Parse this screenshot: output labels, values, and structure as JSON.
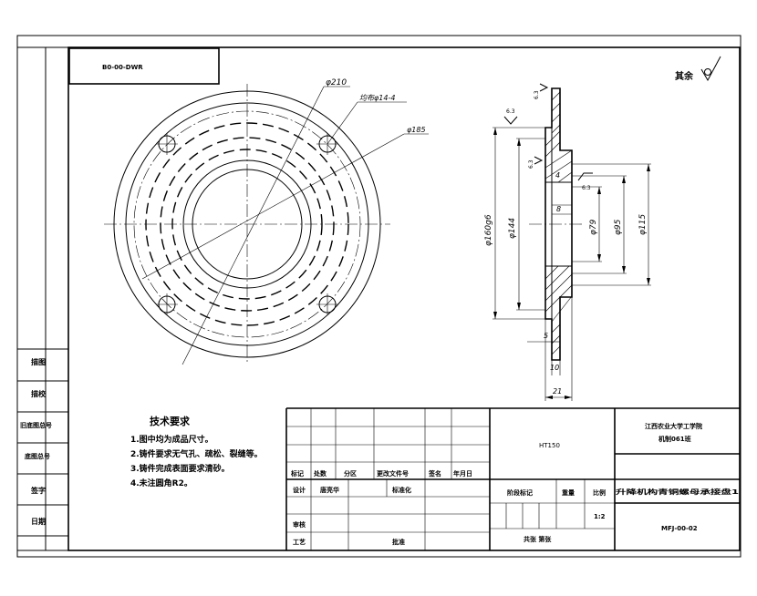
{
  "drawing_number_box": "B0-00-DWR",
  "roughness_note": "其余",
  "front_view": {
    "dims": [
      "φ210",
      "均布φ14-4",
      "φ185"
    ]
  },
  "section_view": {
    "roughness_marks": [
      "6.3",
      "6.3",
      "6.3",
      "6.3"
    ],
    "dims_left": [
      "φ160g6",
      "φ144"
    ],
    "dims_right": [
      "φ79",
      "φ95",
      "φ115"
    ],
    "dims_small": [
      "4",
      "8",
      "5",
      "10",
      "21"
    ]
  },
  "left_panel": [
    "描图",
    "描校",
    "旧底图总号",
    "底图总号",
    "签字",
    "日期"
  ],
  "tech_req": {
    "title": "技术要求",
    "items": [
      "1.图中均为成品尺寸。",
      "2.铸件要求无气孔、疏松、裂缝等。",
      "3.铸件完成表面要求清砂。",
      "4.未注圆角R2。"
    ]
  },
  "title_block": {
    "material": "HT150",
    "school": "江西农业大学工学院",
    "class_name": "机制061班",
    "part_name": "升降机构青铜螺母承接盘1",
    "drawing_code": "MFJ-00-02",
    "scale": "1:2",
    "header_row": [
      "标记",
      "处数",
      "分区",
      "更改文件号",
      "签名",
      "年月日"
    ],
    "design_label": "设计",
    "designer": "唐亮华",
    "std_label": "标准化",
    "review_label": "审核",
    "craft_label": "工艺",
    "approve_label": "批准",
    "stage_label": "阶段标记",
    "weight_label": "重量",
    "scale_label": "比例",
    "sheets_label": "共张 第张"
  }
}
